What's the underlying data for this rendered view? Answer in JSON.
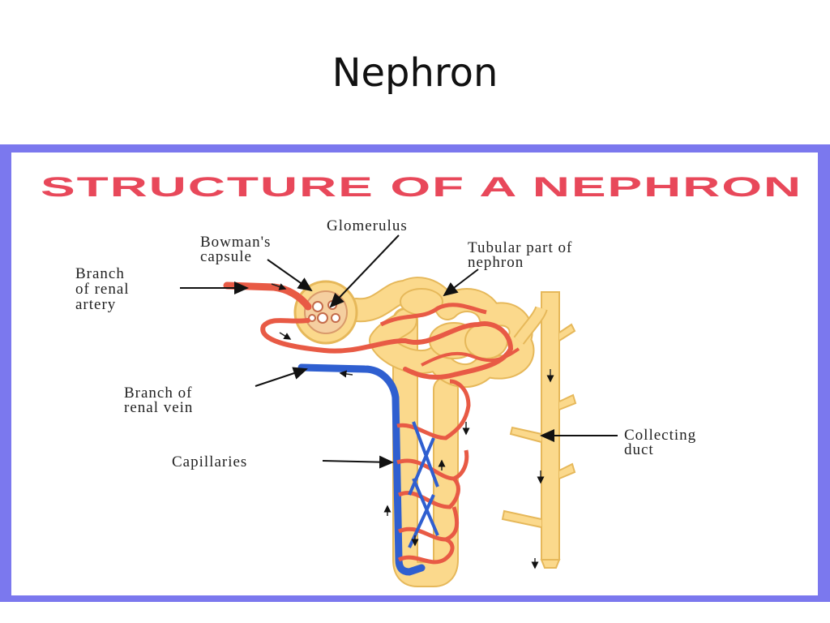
{
  "slide": {
    "title": "Nephron"
  },
  "diagram": {
    "heading": "STRUCTURE OF A NEPHRON",
    "labels": {
      "glomerulus": "Glomerulus",
      "bowmans_1": "Bowman's",
      "bowmans_2": "capsule",
      "tubular_1": "Tubular part of",
      "tubular_2": "nephron",
      "artery_1": "Branch",
      "artery_2": "of renal",
      "artery_3": "artery",
      "vein_1": "Branch of",
      "vein_2": "renal vein",
      "capillaries": "Capillaries",
      "duct_1": "Collecting",
      "duct_2": "duct"
    },
    "colors": {
      "heading": "#e8485a",
      "frame": "#7b78ee",
      "tubule": "#fbd98c",
      "tubule_edge": "#e6b85a",
      "artery": "#e85a45",
      "vein": "#2f5fd0"
    }
  }
}
